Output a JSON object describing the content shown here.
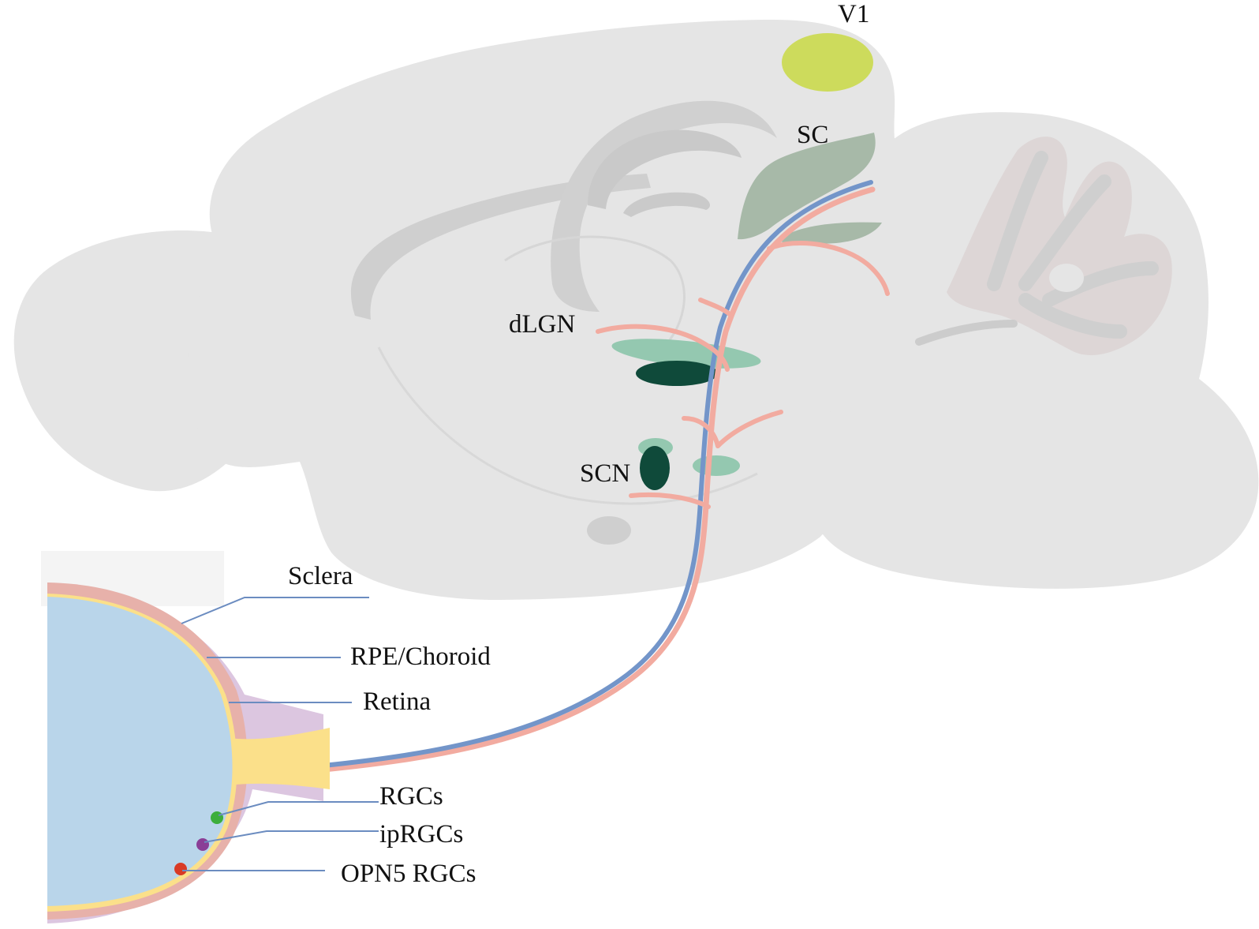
{
  "labels": {
    "v1": "V1",
    "sc": "SC",
    "dlgn": "dLGN",
    "scn": "SCN",
    "sclera": "Sclera",
    "rpe_choroid": "RPE/Choroid",
    "retina": "Retina",
    "rgcs": "RGCs",
    "iprgcs": "ipRGCs",
    "opn5_rgcs": "OPN5 RGCs"
  },
  "colors": {
    "brain": "#e5e5e5",
    "brain_outline": "#d2d2d2",
    "brain_inner": "#cfcfcf",
    "cerebellum_folia": "#ddd6d6",
    "v1": "#cddb5c",
    "sc": "#a7b9a8",
    "dlgn_light": "#94c8b0",
    "dlgn_dark": "#0f4a3a",
    "scn_light": "#94c8b0",
    "scn_dark": "#0f4a3a",
    "nerve_pink": "#f2aba0",
    "nerve_blue": "#7395c9",
    "eye_vitreous": "#b9d5ea",
    "sclera": "#e7b1aa",
    "choroid": "#dcc6e0",
    "retina_yellow": "#fbe08a",
    "leader_line": "#6b8cc0",
    "rgc_dot": "#3cae3c",
    "iprgc_dot": "#8a3e96",
    "opn5_dot": "#d93a25"
  }
}
